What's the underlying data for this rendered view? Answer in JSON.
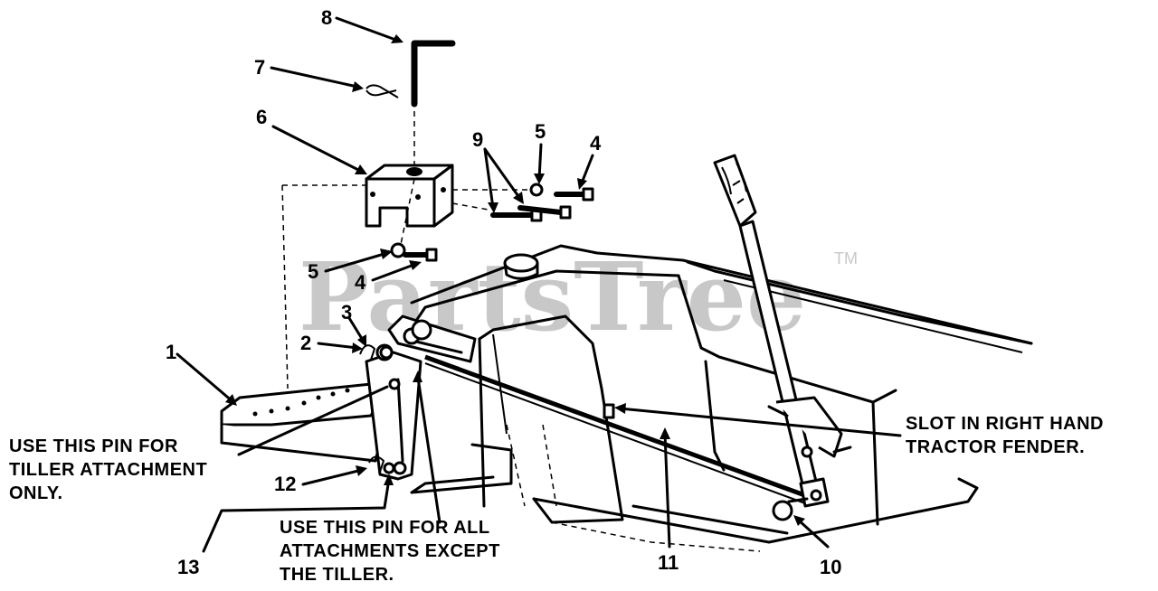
{
  "watermark": {
    "text": "PartsTree",
    "trademark": "TM"
  },
  "callouts": [
    {
      "id": "1",
      "label": "1"
    },
    {
      "id": "2",
      "label": "2"
    },
    {
      "id": "3",
      "label": "3"
    },
    {
      "id": "4a",
      "label": "4"
    },
    {
      "id": "4b",
      "label": "4"
    },
    {
      "id": "5a",
      "label": "5"
    },
    {
      "id": "5b",
      "label": "5"
    },
    {
      "id": "6",
      "label": "6"
    },
    {
      "id": "7",
      "label": "7"
    },
    {
      "id": "8",
      "label": "8"
    },
    {
      "id": "9",
      "label": "9"
    },
    {
      "id": "10",
      "label": "10"
    },
    {
      "id": "11",
      "label": "11"
    },
    {
      "id": "12",
      "label": "12"
    },
    {
      "id": "13",
      "label": "13"
    }
  ],
  "notes": {
    "tiller_pin": [
      "USE THIS PIN FOR",
      "TILLER ATTACHMENT",
      "ONLY."
    ],
    "all_pin": [
      "USE THIS PIN FOR ALL",
      "ATTACHMENTS EXCEPT",
      "THE TILLER."
    ],
    "slot": [
      "SLOT IN RIGHT HAND",
      "TRACTOR FENDER."
    ]
  }
}
